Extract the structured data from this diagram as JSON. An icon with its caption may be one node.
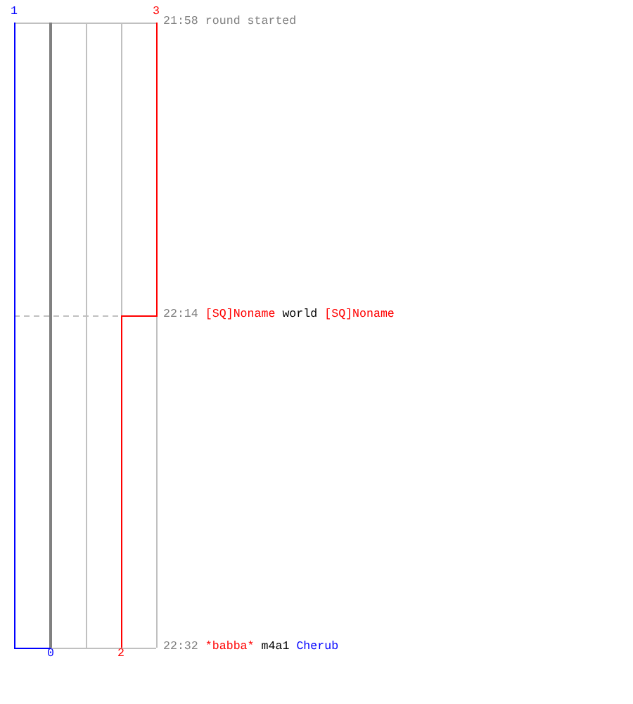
{
  "diagram": {
    "labels": [
      "1",
      "3",
      "21:58",
      "round started",
      "22:14",
      "[SQ]Noname",
      "world",
      "[SQ]Noname",
      "0",
      "2",
      "22:32",
      "*babba*",
      "m4a1",
      "Cherub"
    ]
  }
}
